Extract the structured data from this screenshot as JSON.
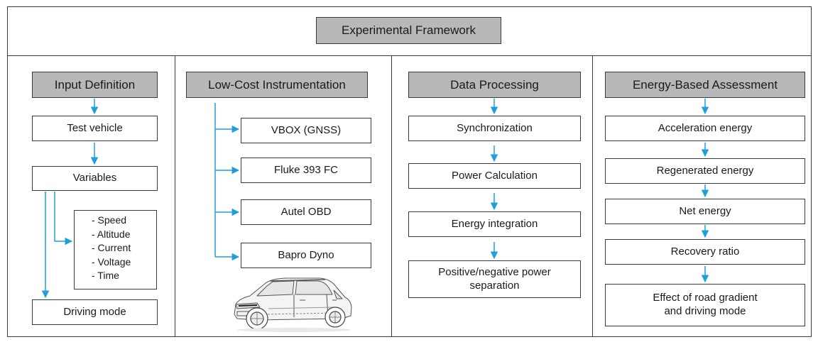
{
  "title": "Experimental Framework",
  "columns": [
    {
      "header": "Input Definition",
      "items": [
        "Test vehicle",
        "Variables",
        "Driving mode"
      ],
      "variables": [
        "- Speed",
        "- Altitude",
        "- Current",
        "- Voltage",
        "- Time"
      ]
    },
    {
      "header": "Low-Cost Instrumentation",
      "items": [
        "VBOX (GNSS)",
        "Fluke 393 FC",
        "Autel OBD",
        "Bapro Dyno"
      ]
    },
    {
      "header": "Data Processing",
      "items": [
        "Synchronization",
        "Power Calculation",
        "Energy integration"
      ],
      "last_item": [
        "Positive/negative power",
        "separation"
      ]
    },
    {
      "header": "Energy-Based Assessment",
      "items": [
        "Acceleration energy",
        "Regenerated energy",
        "Net energy",
        "Recovery ratio"
      ],
      "last_item": [
        "Effect of road gradient",
        "and driving mode"
      ]
    }
  ],
  "colors": {
    "arrow": "#1e9fdc",
    "header_fill": "#b8b8b8",
    "border": "#3a3a3a"
  },
  "icons": [
    "electric-suv-illustration"
  ]
}
